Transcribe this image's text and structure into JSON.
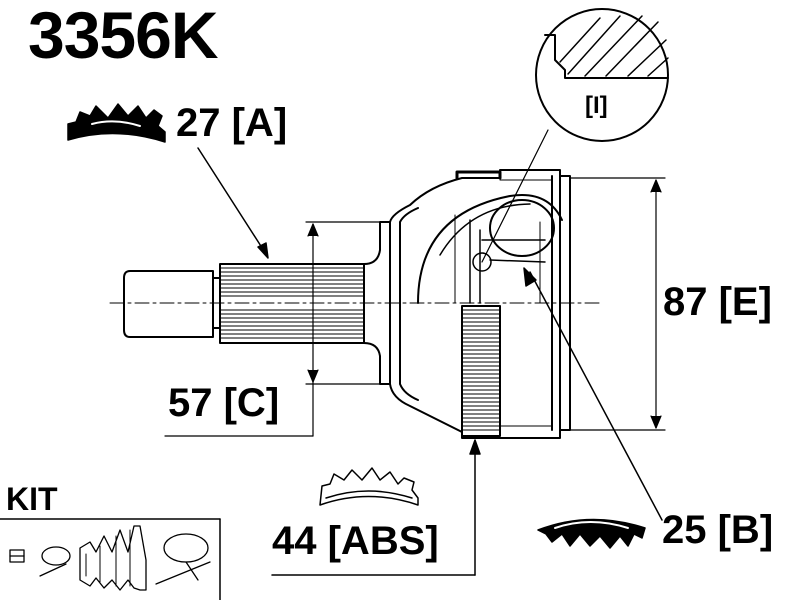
{
  "part_number": "3356K",
  "dimensions": {
    "a": "27 [A]",
    "c": "57 [C]",
    "e": "87 [E]",
    "abs": "44 [ABS]",
    "b": "25 [B]"
  },
  "detail_label": "[I]",
  "kit_label": "KIT"
}
